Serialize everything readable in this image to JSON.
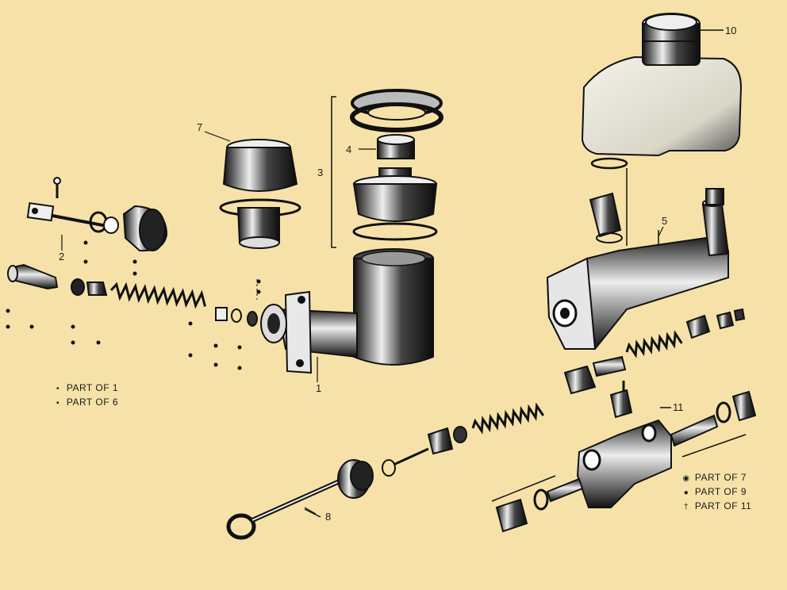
{
  "diagram": {
    "background": "#f6e2a8",
    "ink": "#1a1a1a",
    "callouts": [
      "1",
      "2",
      "3",
      "4",
      "5",
      "7",
      "8",
      "10",
      "11"
    ],
    "legend_left": [
      {
        "symbol": "•",
        "text": "PART OF  1"
      },
      {
        "symbol": "▪",
        "text": "PART OF  6"
      }
    ],
    "legend_right": [
      {
        "symbol": "◉",
        "text": "PART OF  7"
      },
      {
        "symbol": "●",
        "text": "PART OF  9"
      },
      {
        "symbol": "†",
        "text": "PART OF 11"
      }
    ]
  }
}
